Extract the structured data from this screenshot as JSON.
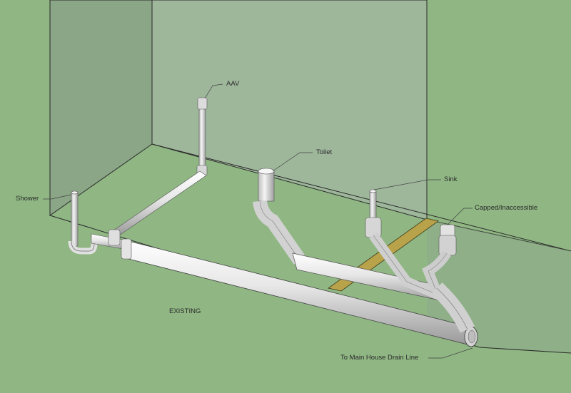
{
  "diagram": {
    "labels": {
      "aav": "AAV",
      "toilet": "Toilet",
      "sink": "Sink",
      "shower": "Shower",
      "capped": "Capped/Inaccessible",
      "existing": "EXISTING",
      "main_drain": "To Main House Drain Line"
    },
    "colors": {
      "ground": "#8fb683",
      "wall": "#9cb498",
      "wall_left": "#8ea58a",
      "pipe_light": "#f2f2f2",
      "pipe_mid": "#c9c9c9",
      "pipe_dark": "#8f8f8f",
      "joist": "#b8a24a",
      "edge": "#2a2a2a"
    }
  }
}
